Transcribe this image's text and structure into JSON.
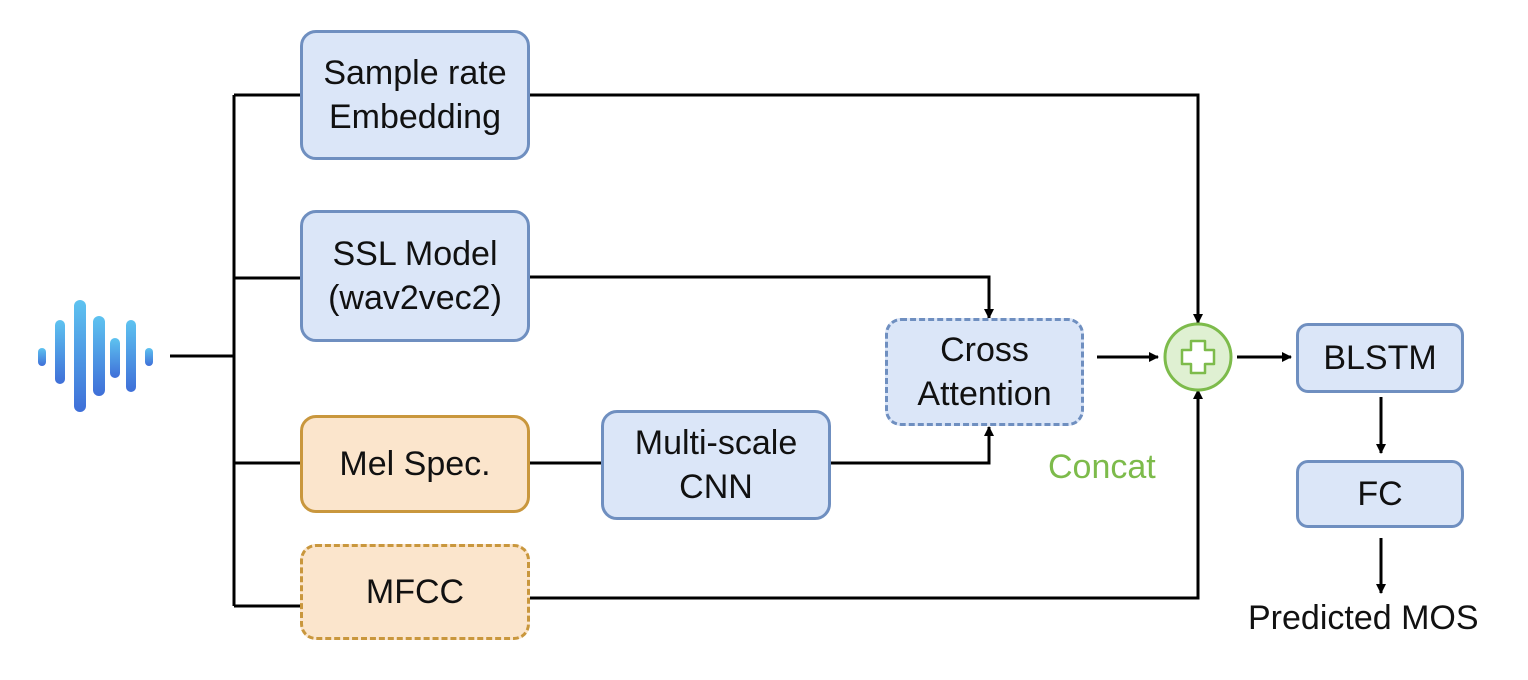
{
  "nodes": {
    "sample_rate": "Sample rate\nEmbedding",
    "ssl_model": "SSL Model\n(wav2vec2)",
    "mel_spec": "Mel Spec.",
    "mfcc": "MFCC",
    "multiscale_cnn": "Multi-scale\nCNN",
    "cross_attention": "Cross\nAttention",
    "blstm": "BLSTM",
    "fc": "FC"
  },
  "labels": {
    "concat": "Concat",
    "output": "Predicted MOS"
  },
  "colors": {
    "blue_fill": "#dbe6f8",
    "blue_border": "#6f8fc0",
    "orange_fill": "#fbe5cc",
    "orange_border": "#c9973d",
    "concat_green": "#7dbb4b",
    "waveform_light": "#5ec3f0",
    "waveform_dark": "#3f6fd8"
  },
  "icons": {
    "input": "audio-waveform-icon",
    "concat": "plus-circle-icon"
  }
}
